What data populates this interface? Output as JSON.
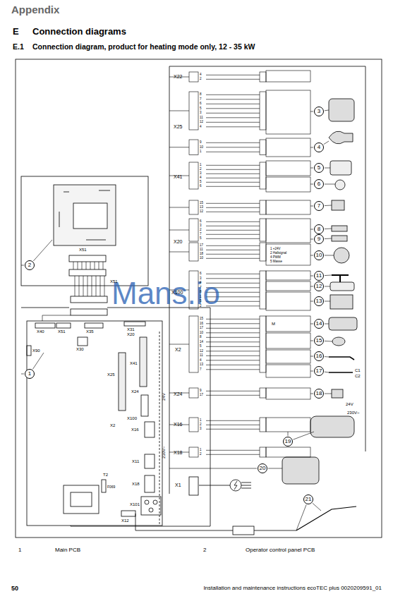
{
  "diagram": {
    "title": "Connection diagram, product for heating mode only, 12 - 35 kW",
    "nodes": [
      {
        "text": [
          "1"
        ]
      },
      {
        "text": [
          "2"
        ]
      },
      {
        "text": [
          "3"
        ]
      },
      {
        "text": [
          "4"
        ]
      },
      {
        "text": [
          "5"
        ]
      },
      {
        "text": [
          "6"
        ]
      },
      {
        "text": [
          "7"
        ]
      },
      {
        "text": [
          "8"
        ]
      },
      {
        "text": [
          "9"
        ]
      },
      {
        "text": [
          "10"
        ]
      },
      {
        "text": [
          "11"
        ]
      },
      {
        "text": [
          "12"
        ]
      },
      {
        "text": [
          "13"
        ]
      },
      {
        "text": [
          "14"
        ]
      },
      {
        "text": [
          "15"
        ]
      },
      {
        "text": [
          "16"
        ]
      },
      {
        "text": [
          "17"
        ]
      },
      {
        "text": [
          "18"
        ]
      },
      {
        "text": [
          "19"
        ]
      },
      {
        "text": [
          "20"
        ]
      },
      {
        "text": [
          "21"
        ]
      }
    ],
    "edges": [],
    "labels": [
      "Appendix",
      "E",
      "Connection diagrams",
      "E.1",
      "1",
      "Main PCB",
      "2",
      "Operator control panel PCB",
      "50",
      "Installation and maintenance instructions ecoTEC plus 0020209591_01",
      "Mans.io",
      "X22",
      "X25",
      "X41",
      "X20",
      "X100",
      "X2",
      "X24",
      "X16",
      "X18",
      "X1",
      "X51",
      "X51",
      "X40",
      "X51",
      "X35",
      "X31",
      "X20",
      "X30",
      "X90",
      "X25",
      "X41",
      "X24",
      "X2",
      "X100",
      "X16",
      "X11",
      "X18",
      "X101",
      "X12",
      "T2",
      "F069",
      "24V",
      "230V~",
      "24V",
      "230V~",
      "C1",
      "C2",
      "M",
      "1 +24V",
      "2 Hallsignal",
      "4 PWM",
      "5 Masse",
      "4",
      "2",
      "8",
      "7",
      "6",
      "5",
      "3",
      "11",
      "12",
      "4",
      "9",
      "10",
      "1",
      "1",
      "2",
      "3",
      "4",
      "5",
      "6",
      "15",
      "13",
      "12",
      "6",
      "3",
      "2",
      "7",
      "5",
      "17",
      "11",
      "18",
      "10",
      "6",
      "3",
      "4",
      "7",
      "8",
      "1",
      "5",
      "2",
      "15",
      "16",
      "17",
      "10",
      "8",
      "14",
      "5",
      "12",
      "11",
      "4",
      "13",
      "7",
      "9",
      "17",
      "1",
      "2",
      "3",
      "1",
      "2"
    ]
  }
}
